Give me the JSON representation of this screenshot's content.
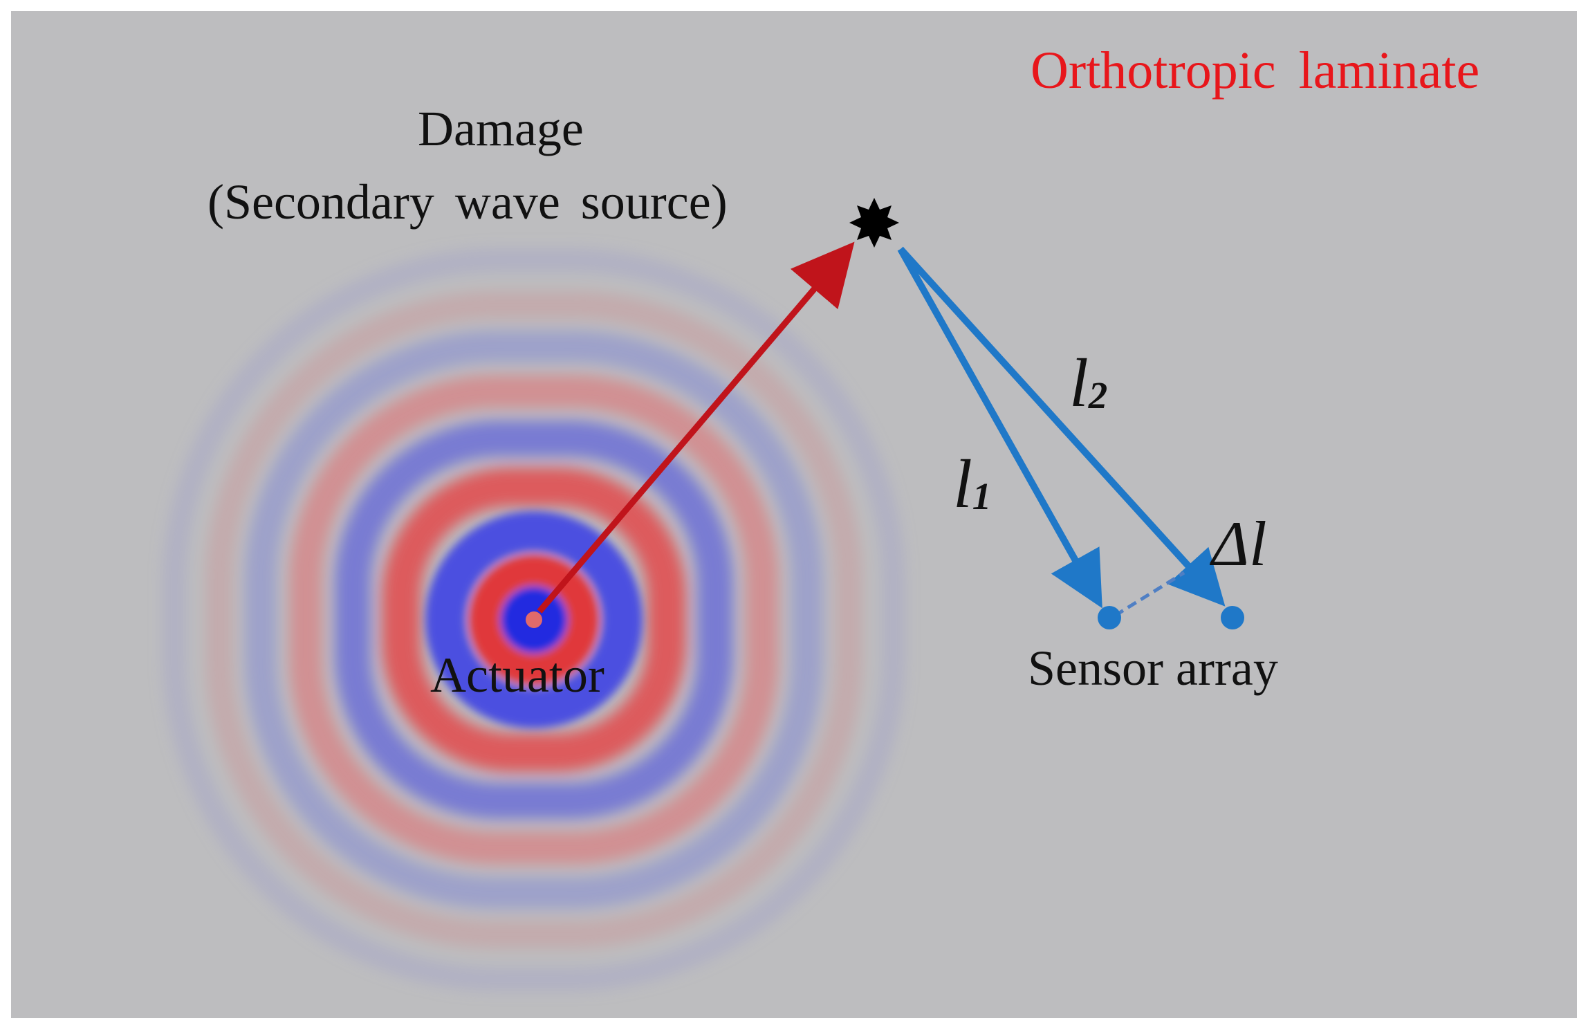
{
  "title": "Orthotropic laminate",
  "damage": {
    "label": "Damage",
    "sublabel": "(Secondary wave source)"
  },
  "actuator": {
    "label": "Actuator"
  },
  "sensor_array": {
    "label": "Sensor array"
  },
  "paths": {
    "l1": {
      "symbol": "l",
      "subscript": "1"
    },
    "l2": {
      "symbol": "l",
      "subscript": "2"
    },
    "delta": "Δl"
  },
  "colors": {
    "background": "#bdbdbf",
    "incident_arrow": "#c0141b",
    "scattered_arrow": "#1f78c8",
    "title": "#e8161b",
    "wave_positive": "#e03a3c",
    "wave_negative": "#3a3fd8"
  }
}
